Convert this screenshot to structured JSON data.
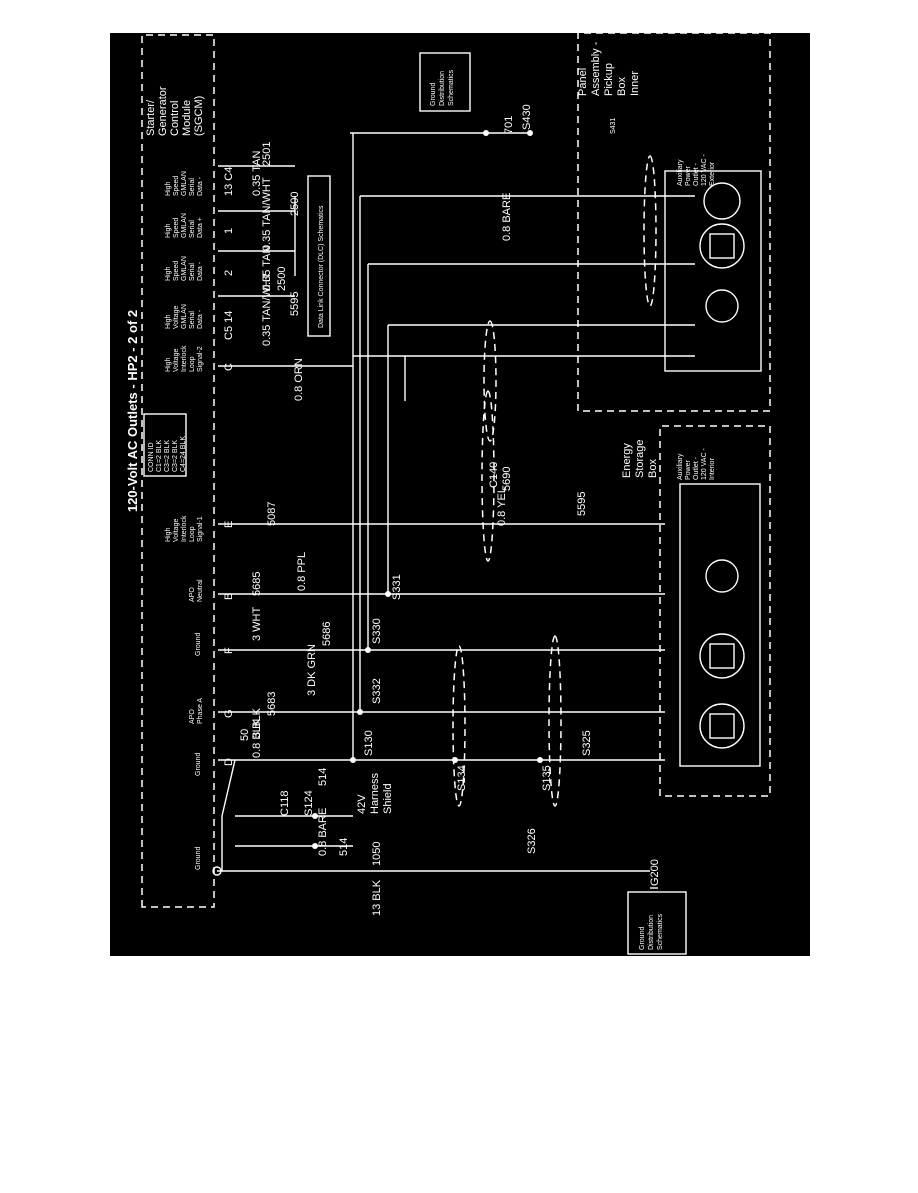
{
  "title": "120-Volt AC Outlets  - HP2 - 2 of 2",
  "module": {
    "name_lines": [
      "Starter/",
      "Generator",
      "Control",
      "Module",
      "(SGCM)"
    ],
    "pins": [
      {
        "lines": [
          "Ground"
        ],
        "letter": "D"
      },
      {
        "lines": [
          "APO",
          "Phase A"
        ],
        "letter": "G"
      },
      {
        "lines": [
          "Ground"
        ],
        "letter": "F"
      },
      {
        "lines": [
          "APO",
          "Neutral"
        ],
        "letter": "B"
      },
      {
        "lines": [
          "High",
          "Voltage",
          "Interlock",
          "Loop",
          "Signal-1"
        ],
        "letter": "E"
      },
      {
        "lines": [
          "High",
          "Voltage",
          "Interlock",
          "Loop",
          "Signal-2"
        ],
        "letter": "C"
      },
      {
        "lines": [
          "High",
          "Voltage",
          "GMLAN",
          "Serial",
          "Data -"
        ],
        "letter": "C5 14"
      },
      {
        "lines": [
          "High",
          "Speed",
          "GMLAN",
          "Serial",
          "Data -"
        ],
        "letter": "2"
      },
      {
        "lines": [
          "High",
          "Speed",
          "GMLAN",
          "Serial",
          "Data +"
        ],
        "letter": "1"
      },
      {
        "lines": [
          "High",
          "Speed",
          "GMLAN",
          "Serial",
          "Data -"
        ],
        "letter": "13  C4"
      },
      {
        "lines": [
          "Ground"
        ],
        "letter": ""
      }
    ]
  },
  "conn_table": {
    "header": "CONN ID",
    "rows": [
      "C1=2 BLK",
      "C3=2 BLK",
      "C3=2 BLK",
      "C4=24 BLK"
    ]
  },
  "dlc_box": "Data Link Connector (DLC) Schematics",
  "ground_dist_top": [
    "Ground",
    "Distribution",
    "Schematics"
  ],
  "ground_dist_bottom": [
    "Ground",
    "Distribution",
    "Schematics"
  ],
  "panel_box_label": [
    "Panel",
    "Assembly -",
    "Pickup",
    "Box",
    "Inner"
  ],
  "energy_box_label": [
    "Energy",
    "Storage",
    "Box"
  ],
  "outlet_ext_label": [
    "Auxiliary",
    "Power",
    "Outlet -",
    "120 VAC -",
    "Exterior"
  ],
  "outlet_int_label": [
    "Auxiliary",
    "Power",
    "Outlet -",
    "120 VAC -",
    "Interior"
  ],
  "splices": [
    "S130",
    "S332",
    "S330",
    "S331",
    "S124",
    "S134",
    "S135",
    "S326",
    "S325",
    "S430",
    "S431"
  ],
  "connectors": [
    "C118",
    "C140"
  ],
  "ground_point": "G200",
  "wires": [
    {
      "gauge": "0.8 BLK",
      "circuit": "50"
    },
    {
      "gauge": "3 BLK",
      "circuit": "5683"
    },
    {
      "gauge": "3 DK GRN",
      "circuit": "5686"
    },
    {
      "gauge": "3 WHT",
      "circuit": "5685"
    },
    {
      "gauge": "0.8 PPL",
      "circuit": "5087"
    },
    {
      "gauge": "0.8 ORN",
      "circuit": "5595"
    },
    {
      "gauge": "0.8 YEL",
      "circuit": "5690"
    },
    {
      "gauge": "0.8 BARE",
      "circuit": "701"
    },
    {
      "gauge": "0.8 BARE",
      "circuit": "514"
    },
    {
      "gauge": "13 BLK",
      "circuit": "1050"
    },
    {
      "gauge": "0.35 TAN/WHT",
      "circuit": "5595"
    },
    {
      "gauge": "0.35 TAN",
      "circuit": "2500"
    },
    {
      "gauge": "0.35 TAN/WHT",
      "circuit": "2500"
    },
    {
      "gauge": "0.35 TAN",
      "circuit": "2501"
    }
  ],
  "misc": {
    "harness_shield": [
      "42V",
      "Harness",
      "Shield"
    ],
    "bare_514_a": "514",
    "bare_514_b": "514"
  }
}
